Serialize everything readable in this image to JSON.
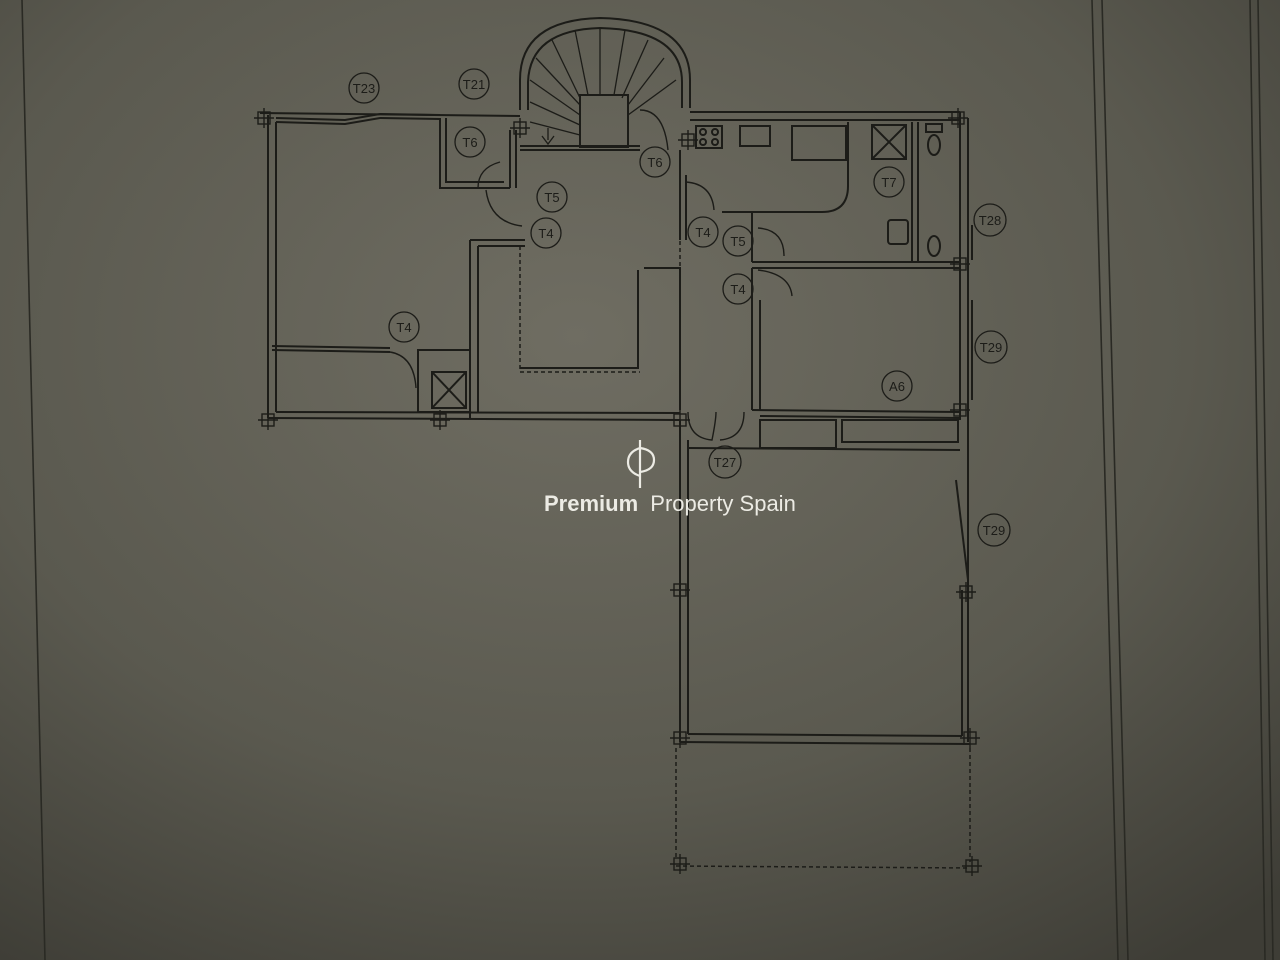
{
  "colors": {
    "paper_light": "#6d6b60",
    "paper_dark": "#45443c",
    "ink": "#1c1c18",
    "watermark": "#ecebe4"
  },
  "watermark": {
    "brand_strong": "Premium",
    "brand_rest": "Property Spain",
    "logo_icon": "cp-monogram-icon"
  },
  "tags": {
    "t23": "T23",
    "t21": "T21",
    "t6_left": "T6",
    "t6_right": "T6",
    "t5_left": "T5",
    "t5_right": "T5",
    "t4_hall": "T4",
    "t4_kitchen": "T4",
    "t4_bedroom": "T4",
    "t4_terrace": "T4",
    "t7": "T7",
    "t28": "T28",
    "t29_upper": "T29",
    "t29_lower": "T29",
    "a6": "A6",
    "t27": "T27"
  }
}
